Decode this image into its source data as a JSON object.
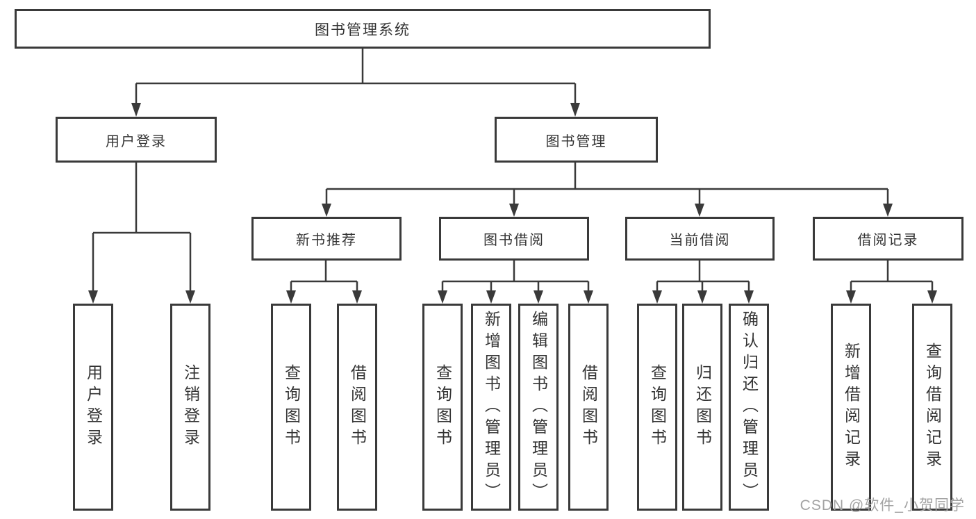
{
  "nodes": {
    "root": "图书管理系统",
    "user_login": "用户登录",
    "book_mgmt": "图书管理",
    "new_books": "新书推荐",
    "book_borrow": "图书借阅",
    "current_borrow": "当前借阅",
    "borrow_records": "借阅记录",
    "ul_leaves": [
      "用户登录",
      "注销登录"
    ],
    "nb_leaves": [
      "查询图书",
      "借阅图书"
    ],
    "bb_leaves": [
      "查询图书",
      "新增图书（管理员）",
      "编辑图书（管理员）",
      "借阅图书"
    ],
    "cb_leaves": [
      "查询图书",
      "归还图书",
      "确认归还（管理员）"
    ],
    "br_leaves": [
      "新增借阅记录",
      "查询借阅记录"
    ]
  },
  "watermark": "CSDN @软件_小贺同学",
  "colors": {
    "line": "#3a3a3a",
    "box_border": "#3a3a3a",
    "text": "#333333",
    "watermark": "#a3a3a3",
    "background": "#ffffff"
  }
}
